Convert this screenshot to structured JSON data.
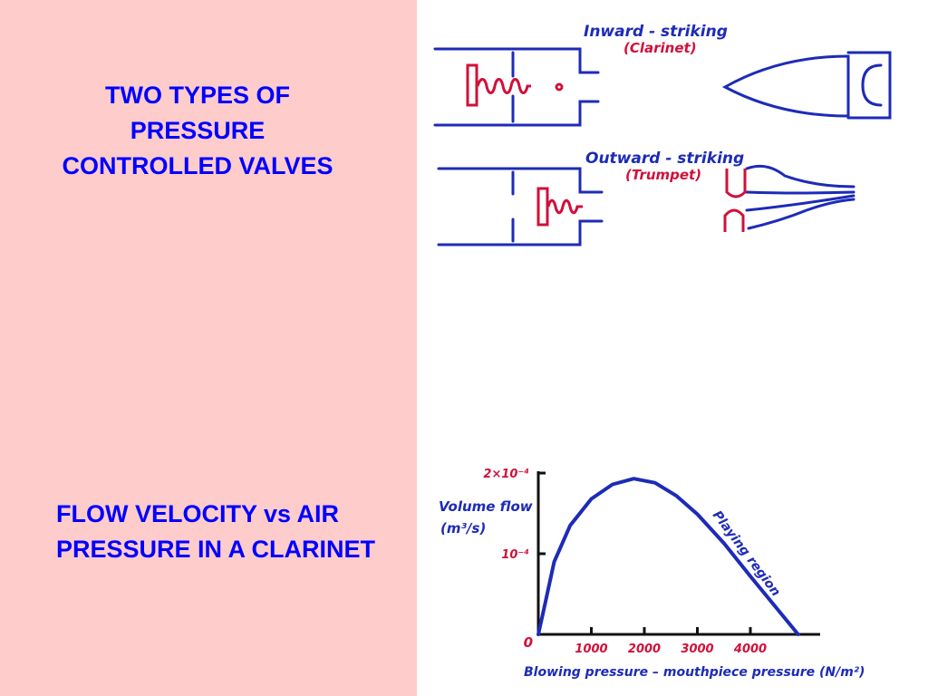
{
  "left": {
    "title_top": "TWO TYPES OF PRESSURE CONTROLLED VALVES",
    "title_bottom": "FLOW VELOCITY vs AIR PRESSURE IN A CLARINET"
  },
  "valves": {
    "inward": {
      "label": "Inward - striking",
      "sub": "(Clarinet)"
    },
    "outward": {
      "label": "Outward - striking",
      "sub": "(Trumpet)"
    }
  },
  "chart_data": {
    "type": "line",
    "title": "",
    "ylabel_line1": "Volume flow",
    "ylabel_line2": "(m³/s)",
    "xlabel": "Blowing pressure – mouthpiece pressure  (N/m²)",
    "y_tick_labels": [
      "2×10⁻⁴",
      "10⁻⁴",
      "0"
    ],
    "x_tick_labels": [
      "1000",
      "2000",
      "3000",
      "4000"
    ],
    "annotation": "Playing region",
    "ylim": [
      0,
      0.0002
    ],
    "xlim": [
      0,
      5300
    ],
    "grid": false,
    "series": [
      {
        "x": [
          0,
          100,
          300,
          600,
          1000,
          1400,
          1800,
          2200,
          2600,
          3000,
          3500,
          4000,
          4500,
          4900
        ],
        "y": [
          0,
          3e-05,
          9e-05,
          0.000135,
          0.000168,
          0.000186,
          0.000193,
          0.000188,
          0.000172,
          0.000149,
          0.000113,
          7.2e-05,
          3.2e-05,
          0
        ]
      }
    ],
    "colors": {
      "line": "#1d2bb8",
      "ticklabel": "#d0103a"
    }
  }
}
